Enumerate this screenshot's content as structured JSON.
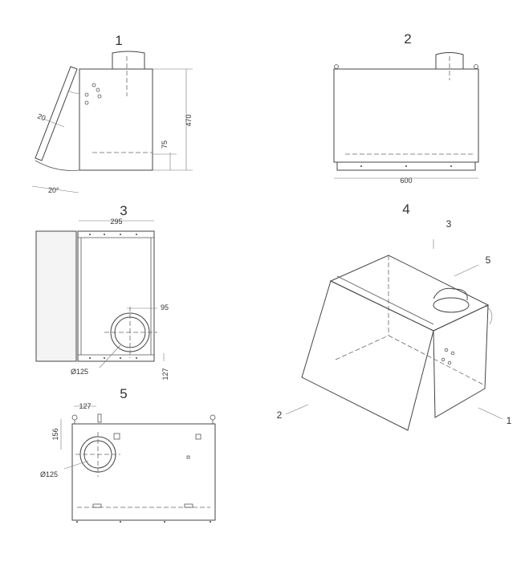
{
  "views": [
    {
      "number": "1"
    },
    {
      "number": "2"
    },
    {
      "number": "3"
    },
    {
      "number": "4"
    },
    {
      "number": "5"
    }
  ],
  "dimensions": {
    "v1_angle_len": "20",
    "v1_height": "470",
    "v1_lower": "75",
    "v1_tilt": "20°",
    "v2_width": "600",
    "v3_depth": "295",
    "v3_offset": "95",
    "v3_diameter": "Ø125",
    "v3_height": "127",
    "v5_offset_x": "127",
    "v5_offset_y": "156",
    "v5_diameter": "Ø125"
  },
  "callouts": {
    "c1": "1",
    "c2": "2",
    "c3": "3",
    "c5": "5"
  }
}
